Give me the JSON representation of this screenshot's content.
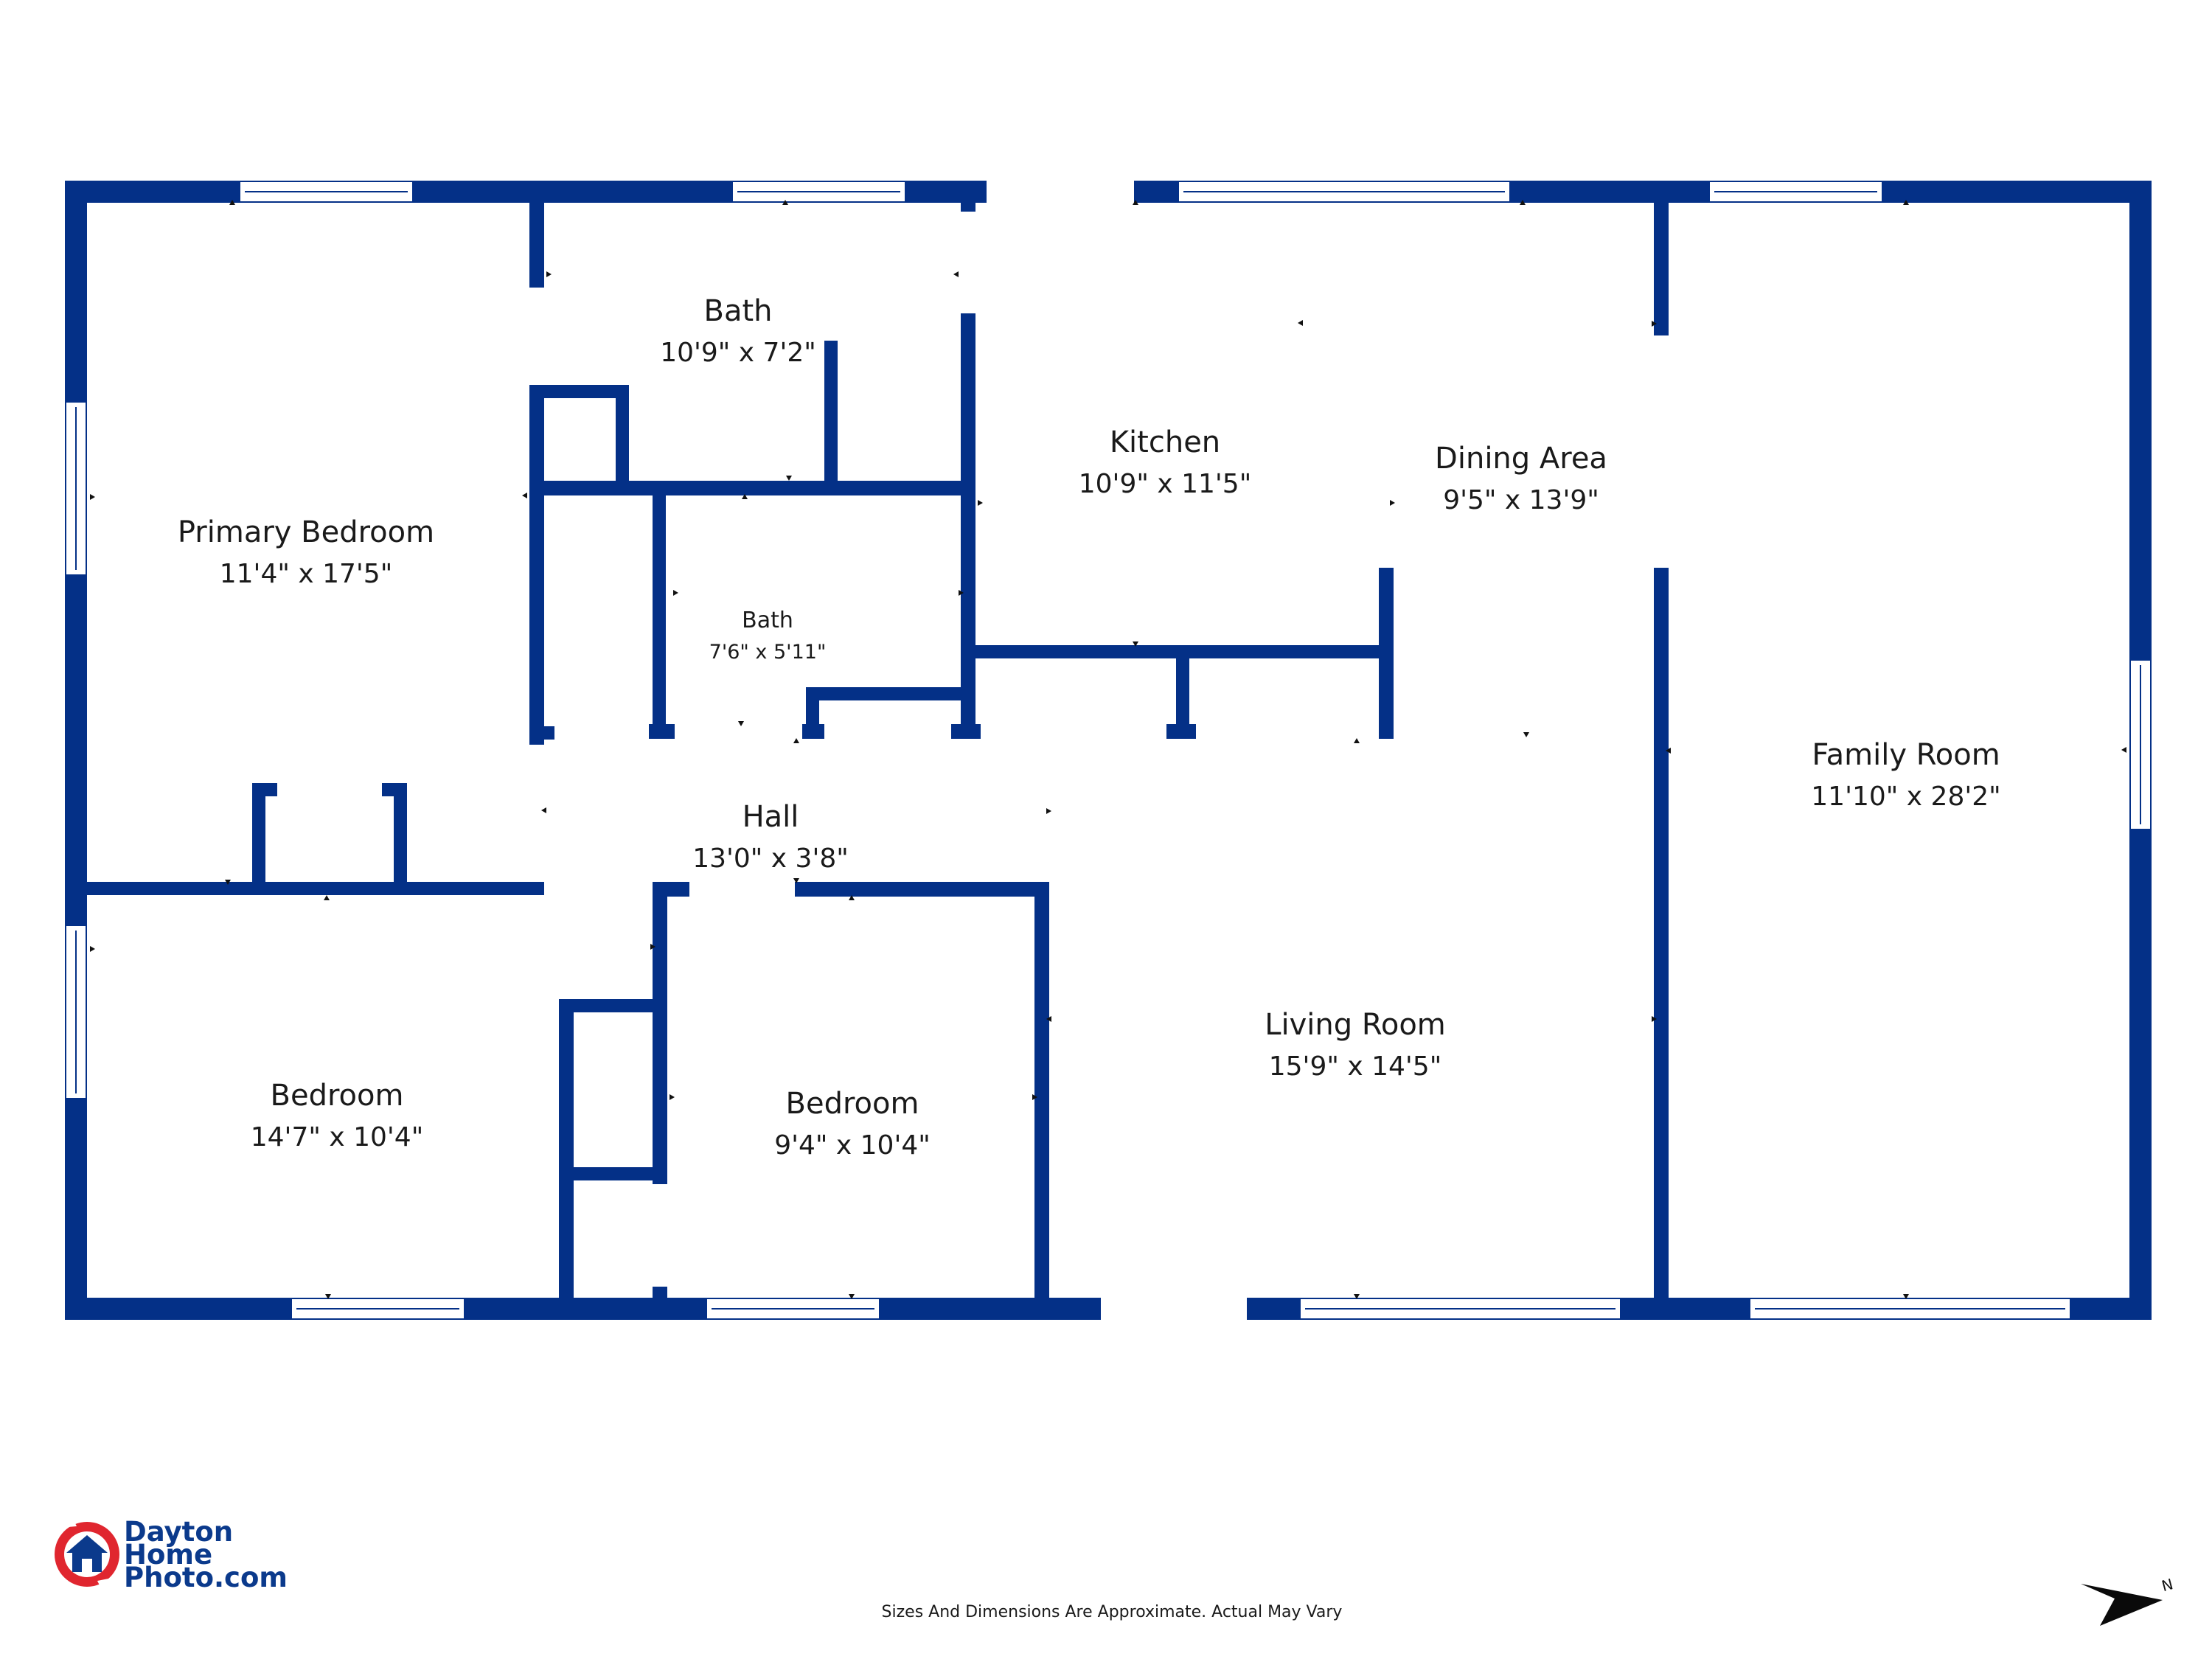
{
  "rooms": {
    "primary_bedroom": {
      "name": "Primary Bedroom",
      "dims": "11'4\" x 17'5\""
    },
    "bath_1": {
      "name": "Bath",
      "dims": "10'9\" x 7'2\""
    },
    "bath_2": {
      "name": "Bath",
      "dims": "7'6\" x 5'11\""
    },
    "kitchen": {
      "name": "Kitchen",
      "dims": "10'9\" x 11'5\""
    },
    "dining_area": {
      "name": "Dining Area",
      "dims": "9'5\" x 13'9\""
    },
    "family_room": {
      "name": "Family Room",
      "dims": "11'10\" x 28'2\""
    },
    "hall": {
      "name": "Hall",
      "dims": "13'0\" x 3'8\""
    },
    "bedroom_1": {
      "name": "Bedroom",
      "dims": "14'7\" x 10'4\""
    },
    "bedroom_2": {
      "name": "Bedroom",
      "dims": "9'4\" x 10'4\""
    },
    "living_room": {
      "name": "Living Room",
      "dims": "15'9\" x 14'5\""
    }
  },
  "footer": {
    "disclaimer": "Sizes And Dimensions Are Approximate. Actual May Vary"
  },
  "logo": {
    "line1": "Dayton",
    "line2": "Home",
    "line3": "Photo.com",
    "icon": "house-camera-icon"
  },
  "compass": {
    "label": "N",
    "icon": "north-arrow-icon"
  },
  "colors": {
    "wall": "#043087",
    "logo_red": "#e0262f",
    "logo_blue": "#0b3a8c"
  }
}
